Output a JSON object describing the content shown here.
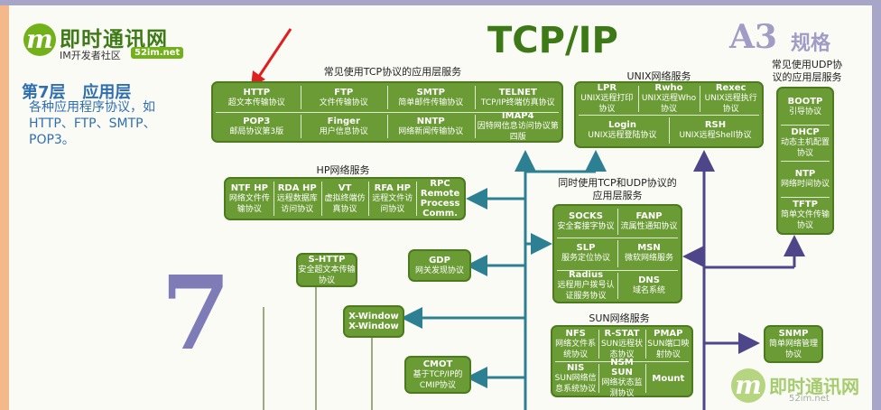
{
  "colors": {
    "box_green": "#6a9b34",
    "arrow_blue": "#2c8092",
    "arrow_purple": "#4d4688",
    "arrow_red": "#e02020",
    "title_green": "#3d7a17",
    "layer_blue": "#2f6fb0"
  },
  "logo": {
    "mark": "m",
    "title": "即时通讯网",
    "subtitle": "IM开发者社区",
    "domain": "52im.net"
  },
  "layer": {
    "title": "第7层   应用层",
    "description": "各种应用程序协议，如HTTP、FTP、SMTP、POP3。",
    "numeral": "7"
  },
  "header": {
    "title": "TCP/IP",
    "spec_a3": "A3",
    "spec_word": "规格"
  },
  "tcp_group": {
    "caption": "常见使用TCP协议的应用层服务",
    "cells": [
      {
        "t": "HTTP",
        "d": "超文本传输协议"
      },
      {
        "t": "FTP",
        "d": "文件传输协议"
      },
      {
        "t": "SMTP",
        "d": "简单邮件传输协议"
      },
      {
        "t": "TELNET",
        "d": "TCP/IP终端仿真协议"
      },
      {
        "t": "POP3",
        "d": "邮局协议第3版"
      },
      {
        "t": "Finger",
        "d": "用户信息协议"
      },
      {
        "t": "NNTP",
        "d": "网络新闻传输协议"
      },
      {
        "t": "IMAP4",
        "d": "因特网信息访问协议第四版"
      }
    ]
  },
  "unix_group": {
    "caption": "UNIX网络服务",
    "cells": [
      {
        "t": "LPR",
        "d": "UNIX远程打印协议"
      },
      {
        "t": "Rwho",
        "d": "UNIX远程Who协议"
      },
      {
        "t": "Rexec",
        "d": "UNIX远程执行协议"
      },
      {
        "t": "Login",
        "d": "UNIX远程登陆协议"
      },
      {
        "t": "RSH",
        "d": "UNIX远程Shell协议"
      }
    ]
  },
  "udp_group": {
    "caption": "常见使用UDP协议的应用层服务",
    "cells": [
      {
        "t": "BOOTP",
        "d": "引导协议"
      },
      {
        "t": "DHCP",
        "d": "动态主机配置协议"
      },
      {
        "t": "NTP",
        "d": "网络时间协议"
      },
      {
        "t": "TFTP",
        "d": "简单文件传输协议"
      }
    ]
  },
  "hp_group": {
    "caption": "HP网络服务",
    "cells": [
      {
        "t": "NTF HP",
        "d": "网络文件传输协议"
      },
      {
        "t": "RDA HP",
        "d": "远程数据库访问协议"
      },
      {
        "t": "VT",
        "d": "虚拟终端仿真协议"
      },
      {
        "t": "RFA HP",
        "d": "远程文件访问协议"
      },
      {
        "t": "RPC Remote Process Comm.",
        "d": ""
      }
    ]
  },
  "both_group": {
    "caption": "同时使用TCP和UDP协议的应用层服务",
    "cells": [
      {
        "t": "SOCKS",
        "d": "安全套接字协议"
      },
      {
        "t": "FANP",
        "d": "流属性通知协议"
      },
      {
        "t": "SLP",
        "d": "服务定位协议"
      },
      {
        "t": "MSN",
        "d": "微软网络服务"
      },
      {
        "t": "Radius",
        "d": "远程用户拨号认证服务协议"
      },
      {
        "t": "DNS",
        "d": "域名系统"
      }
    ]
  },
  "sun_group": {
    "caption": "SUN网络服务",
    "cells": [
      {
        "t": "NFS",
        "d": "网络文件系统协议"
      },
      {
        "t": "R-STAT",
        "d": "SUN远程状态协议"
      },
      {
        "t": "PMAP",
        "d": "SUN端口映射协议"
      },
      {
        "t": "NIS",
        "d": "SUN网络信息系统协议"
      },
      {
        "t": "NSM SUN",
        "d": "网络状态监测协议"
      },
      {
        "t": "Mount",
        "d": ""
      }
    ]
  },
  "singles": {
    "shttp": {
      "t": "S-HTTP",
      "d": "安全超文本传输协议"
    },
    "gdp": {
      "t": "GDP",
      "d": "网关发现协议"
    },
    "xwin": {
      "t": "X-Window",
      "d": "X-Window"
    },
    "cmot": {
      "t": "CMOT",
      "d": "基于TCP/IP的CMIP协议"
    },
    "snmp": {
      "t": "SNMP",
      "d": "简单网络管理协议"
    }
  },
  "watermark": {
    "mark": "m",
    "text": "即时通讯网",
    "domain": "52im.net"
  }
}
